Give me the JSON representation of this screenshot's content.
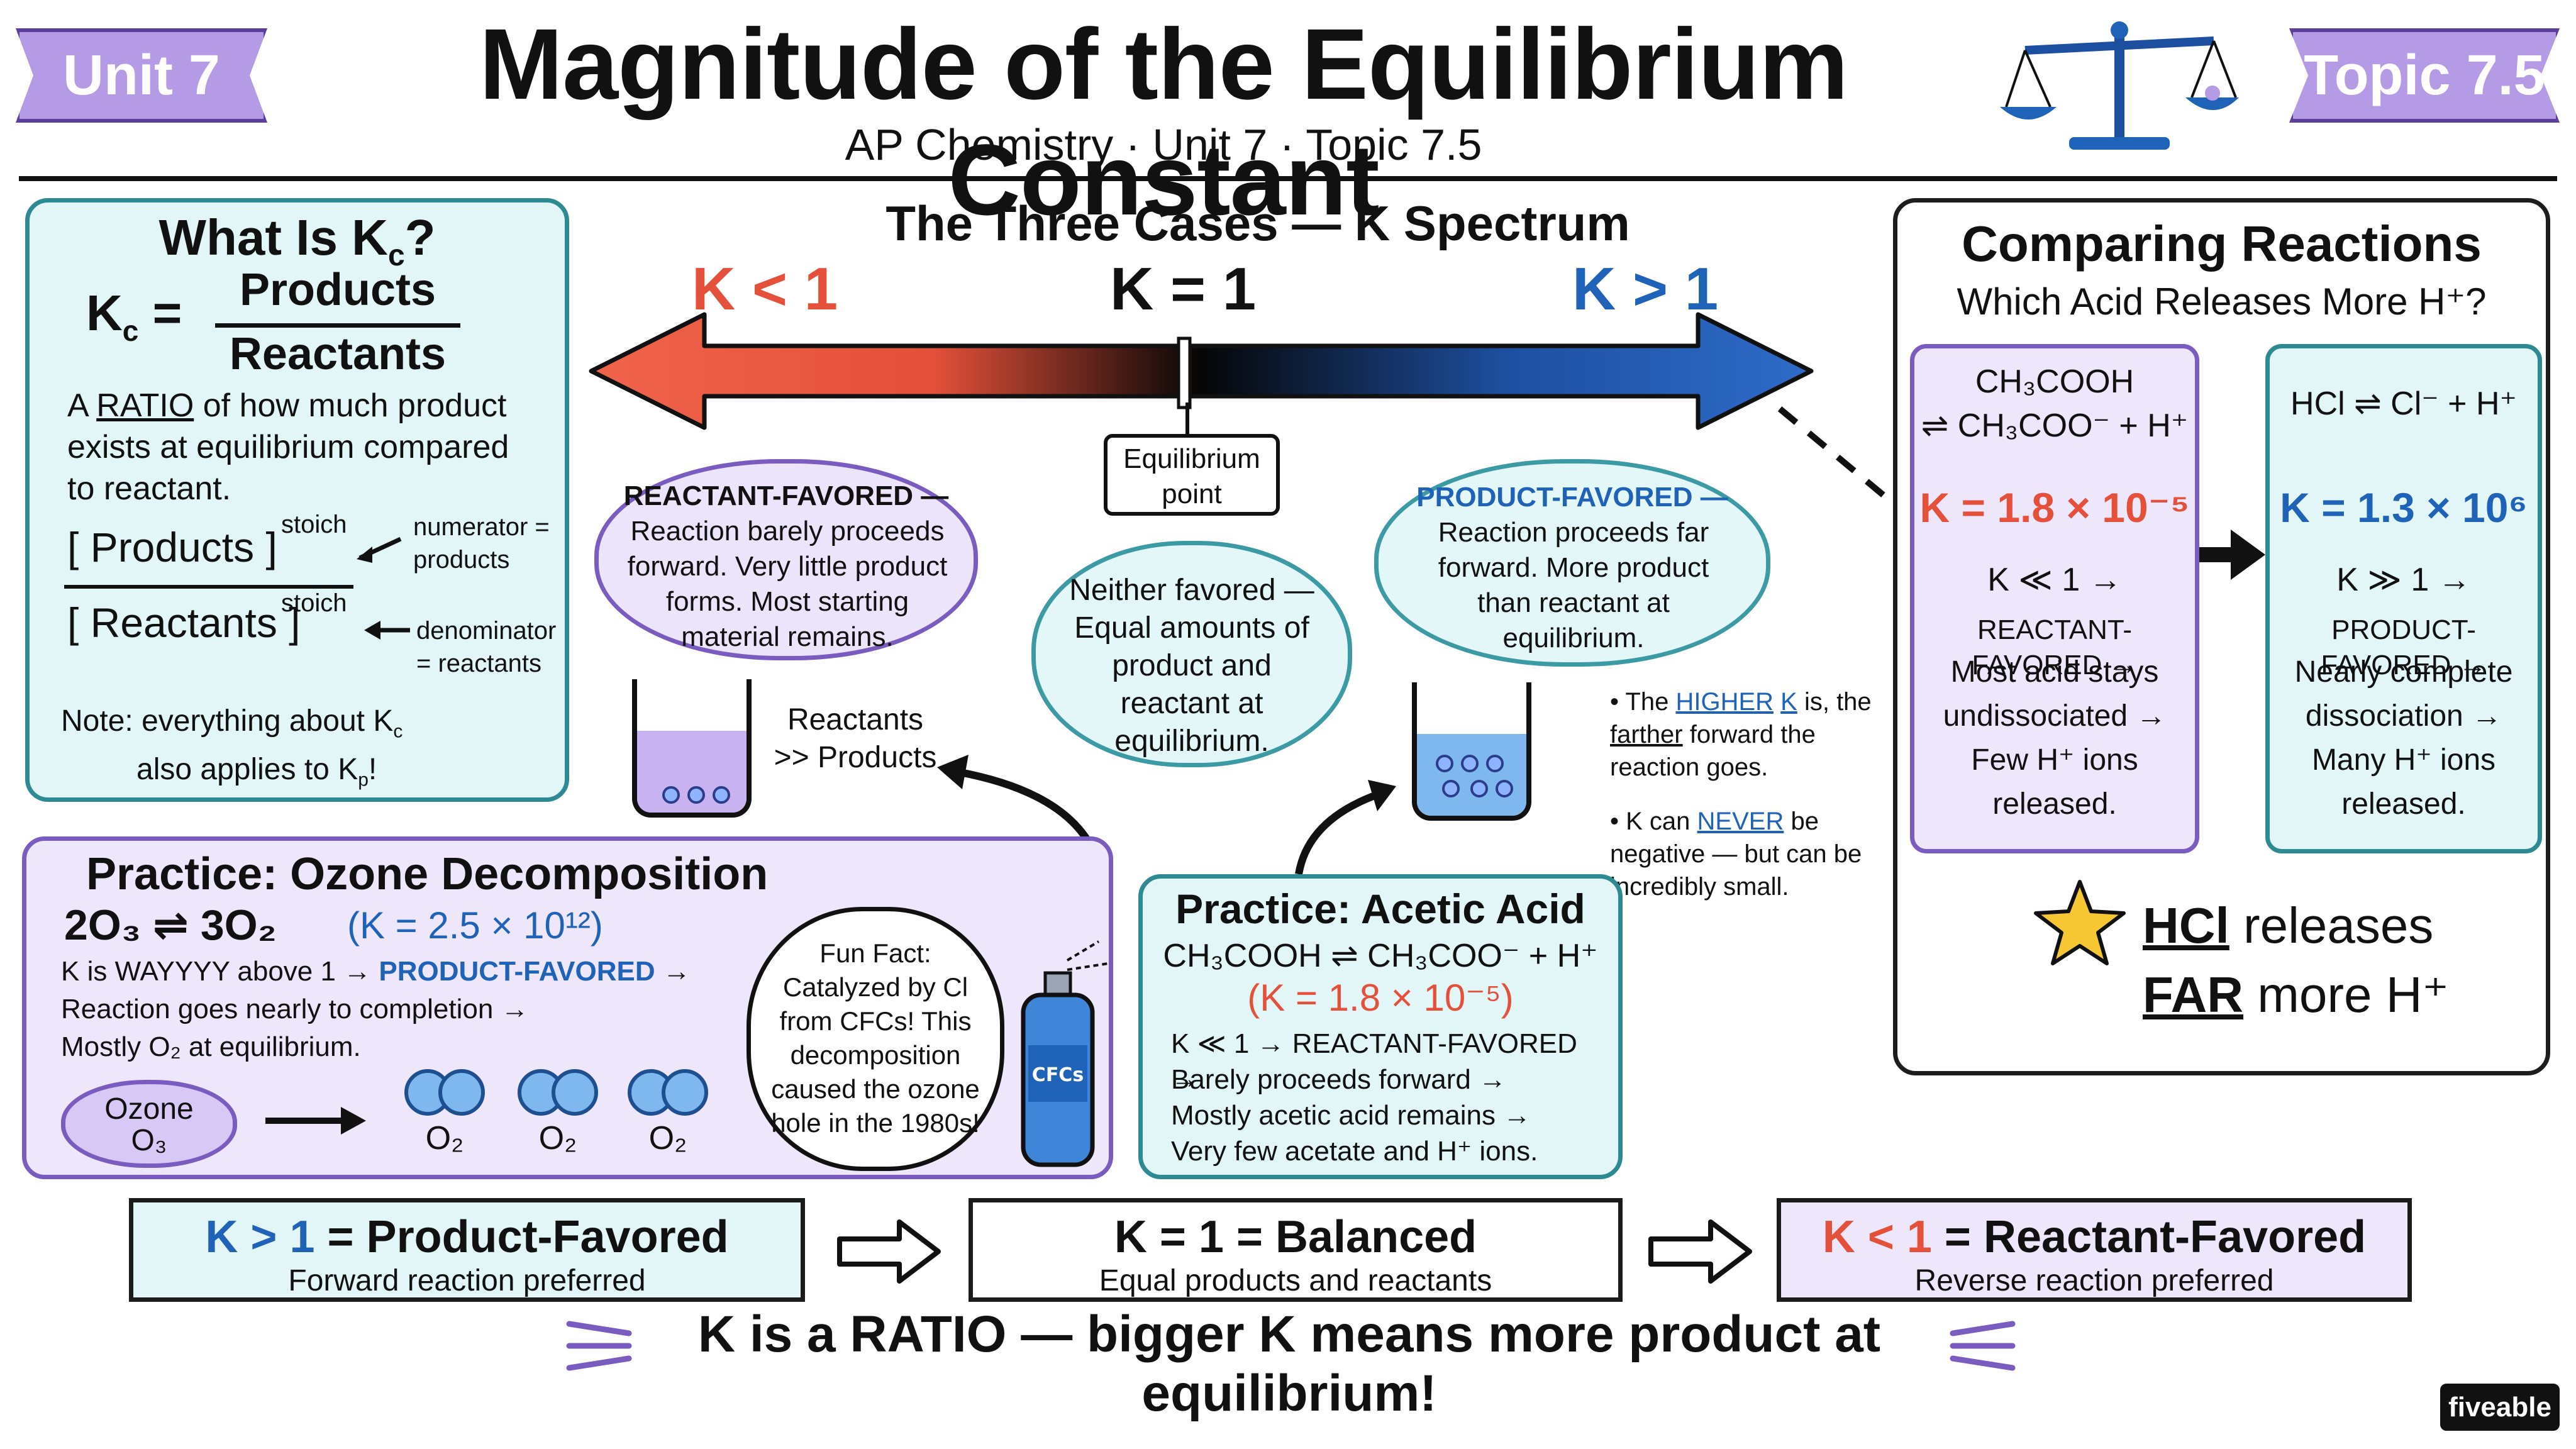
{
  "header": {
    "unit_badge": "Unit 7",
    "topic_badge": "Topic 7.5",
    "title": "Magnitude of the Equilibrium Constant",
    "subtitle": "AP Chemistry · Unit 7 · Topic 7.5"
  },
  "what_is_kc": {
    "title_pre": "What Is K",
    "title_sub": "c",
    "title_post": "?",
    "k_symbol": "K",
    "k_sub": "c",
    "eq": "=",
    "numerator": "Products",
    "denominator": "Reactants",
    "desc_pre": "A ",
    "desc_ratio": "RATIO",
    "desc_post": " of how much product exists at equilibrium compared to reactant.",
    "products_bracket": "[ Products ]",
    "reactants_bracket": "[ Reactants ]",
    "stoich": "stoich",
    "numerator_note": "numerator = products",
    "denominator_note": "denominator = reactants",
    "note_line1": "Note: everything about K",
    "note_line1_sub": "c",
    "note_line2": "also applies to K",
    "note_line2_sub": "p",
    "note_line2_end": "!"
  },
  "spectrum": {
    "title": "The Three Cases — K Spectrum",
    "left_label": "K < 1",
    "mid_label": "K = 1",
    "right_label": "K > 1",
    "eq_point": "Equilibrium point",
    "reactant_cloud_title": "REACTANT-FAVORED —",
    "reactant_cloud_text": "Reaction barely proceeds forward. Very little product forms. Most starting material remains.",
    "neither_cloud": "Neither favored — Equal amounts of product and reactant at equilibrium.",
    "product_cloud_title": "PRODUCT-FAVORED —",
    "product_cloud_text": "Reaction proceeds far forward. More product than reactant at equilibrium.",
    "reactants_gg": "Reactants >> Products",
    "bullet1_pre": "The ",
    "bullet1_higher": "HIGHER",
    "bullet1_k": "K",
    "bullet1_mid": " is, the ",
    "bullet1_farther": "farther",
    "bullet1_post": " forward the reaction goes.",
    "bullet2_pre": "K can ",
    "bullet2_never": "NEVER",
    "bullet2_post": " be negative — but can be incredibly small."
  },
  "comparing": {
    "title": "Comparing Reactions",
    "subtitle": "Which Acid Releases More H⁺?",
    "left_eq1": "CH₃COOH",
    "left_eq2": "⇌ CH₃COO⁻ + H⁺",
    "left_k": "K = 1.8 × 10⁻⁵",
    "left_k_rel": "K ≪ 1 →",
    "left_lines": [
      "REACTANT-FAVORED →",
      "Most acid stays",
      "undissociated →",
      "Few H⁺ ions",
      "released."
    ],
    "right_eq": "HCl ⇌ Cl⁻ + H⁺",
    "right_k": "K = 1.3 × 10⁶",
    "right_k_rel": "K ≫ 1 →",
    "right_lines": [
      "PRODUCT-FAVORED →",
      "Nearly complete",
      "dissociation →",
      "Many H⁺ ions",
      "released."
    ],
    "conclusion_l1a": "HCl",
    "conclusion_l1b": " releases",
    "conclusion_l2a": "FAR",
    "conclusion_l2b": " more H⁺"
  },
  "ozone": {
    "title": "Practice: Ozone Decomposition",
    "eq": "2O₃ ⇌ 3O₂",
    "k": "(K = 2.5 × 10¹²)",
    "line1_pre": "K is WAYYYY above 1 → ",
    "line1_pf": "PRODUCT-FAVORED",
    "line1_post": " →",
    "line2": "Reaction goes nearly to completion →",
    "line3": "Mostly O₂ at equilibrium.",
    "ozone_label": "Ozone",
    "ozone_formula": "O₃",
    "o2": "O₂",
    "fun_fact": "Fun Fact: Catalyzed by Cl from CFCs! This decomposition caused the ozone hole in the 1980s!",
    "can_label": "CFCs"
  },
  "acetic": {
    "title": "Practice: Acetic Acid",
    "eq": "CH₃COOH ⇌ CH₃COO⁻ + H⁺",
    "k": "(K = 1.8 × 10⁻⁵)",
    "lines": [
      "K ≪ 1 → REACTANT-FAVORED →",
      "Barely proceeds forward →",
      "Mostly acetic acid remains →",
      "Very few acetate and H⁺ ions."
    ]
  },
  "summary": {
    "box1_k": "K > 1",
    "box1_eq": " = Product-Favored",
    "box1_sub": "Forward reaction preferred",
    "box2_k": "K = 1",
    "box2_eq": " = Balanced",
    "box2_sub": "Equal products and reactants",
    "box3_k": "K < 1",
    "box3_eq": " = Reactant-Favored",
    "box3_sub": "Reverse reaction preferred",
    "tagline": "K is a RATIO — bigger K means more product at equilibrium!",
    "brand": "fiveable"
  },
  "colors": {
    "red": "#e4503a",
    "blue": "#1e63b8",
    "teal": "#2d8a93",
    "lilac": "#7a5bbf"
  }
}
